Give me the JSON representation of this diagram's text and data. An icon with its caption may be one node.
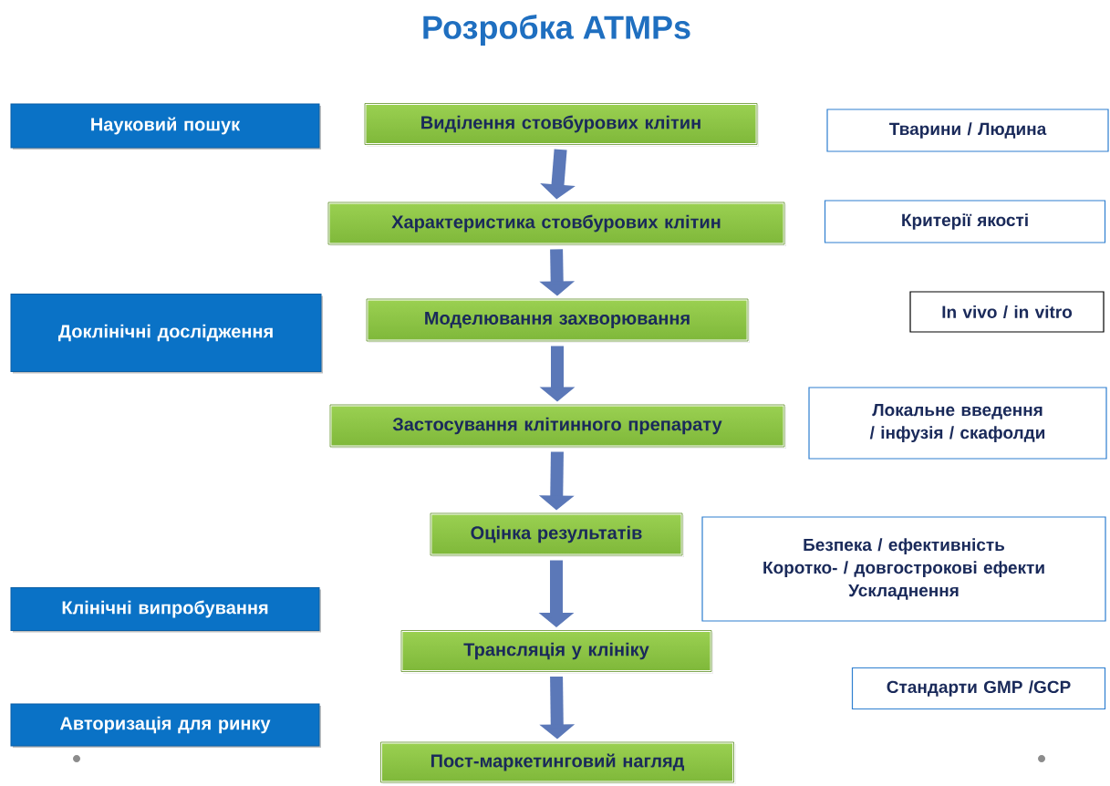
{
  "diagram": {
    "title": "Розробка ATMPs",
    "nodes": [
      {
        "text": [
          "Науковий пошук"
        ]
      },
      {
        "text": [
          "Виділення стовбурових клітин"
        ]
      },
      {
        "text": [
          "Тварини / Людина"
        ]
      },
      {
        "text": [
          "Характеристика стовбурових клітин"
        ]
      },
      {
        "text": [
          "Критерії якості"
        ]
      },
      {
        "text": [
          "Доклінічні дослідження"
        ]
      },
      {
        "text": [
          "Моделювання захворювання"
        ]
      },
      {
        "text": [
          "In vivo / in vitro"
        ]
      },
      {
        "text": [
          "Застосування клітинного препарату"
        ]
      },
      {
        "text": [
          "Локальне введення / інфузія / скафолди"
        ]
      },
      {
        "text": [
          "Оцінка результатів"
        ]
      },
      {
        "text": [
          "Безпека / ефективність",
          "Коротко- / довгострокові ефекти",
          "Ускладнення"
        ]
      },
      {
        "text": [
          "Клінічні випробування"
        ]
      },
      {
        "text": [
          "Трансляція у клініку"
        ]
      },
      {
        "text": [
          "Стандарти GMP /GCP"
        ]
      },
      {
        "text": [
          "Авторизація для ринку"
        ]
      },
      {
        "text": [
          "Пост-маркетинговий нагляд"
        ]
      }
    ],
    "edges": [
      {
        "from": 1,
        "to": 3,
        "arrow": "to"
      },
      {
        "from": 3,
        "to": 6,
        "arrow": "to"
      },
      {
        "from": 6,
        "to": 8,
        "arrow": "to"
      },
      {
        "from": 8,
        "to": 10,
        "arrow": "to"
      },
      {
        "from": 10,
        "to": 13,
        "arrow": "to"
      },
      {
        "from": 13,
        "to": 16,
        "arrow": "to"
      }
    ]
  }
}
